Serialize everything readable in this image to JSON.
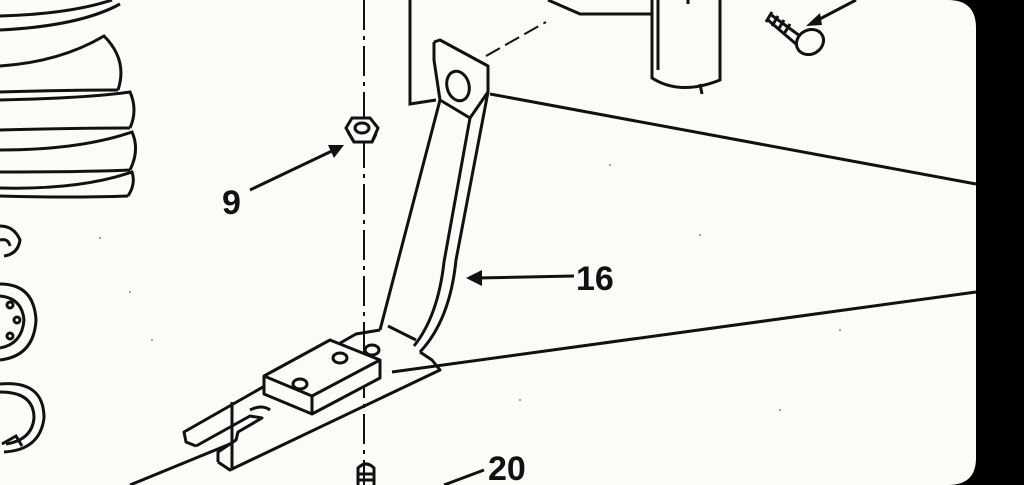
{
  "diagram": {
    "colors": {
      "paper": "#fbfbf8",
      "ink": "#111111",
      "border": "#000000"
    },
    "callouts": [
      {
        "id": "nut",
        "label": "9",
        "part_icon": "hex-nut-icon"
      },
      {
        "id": "bracket",
        "label": "16",
        "part_icon": "angle-bracket-icon"
      },
      {
        "id": "bottom-part",
        "label": "20",
        "part_icon": "bolt-icon"
      }
    ],
    "other_parts": [
      "pulley-icon",
      "bearing-icon",
      "snap-ring-icon",
      "clamp-icon",
      "screw-icon",
      "housing-icon"
    ]
  }
}
